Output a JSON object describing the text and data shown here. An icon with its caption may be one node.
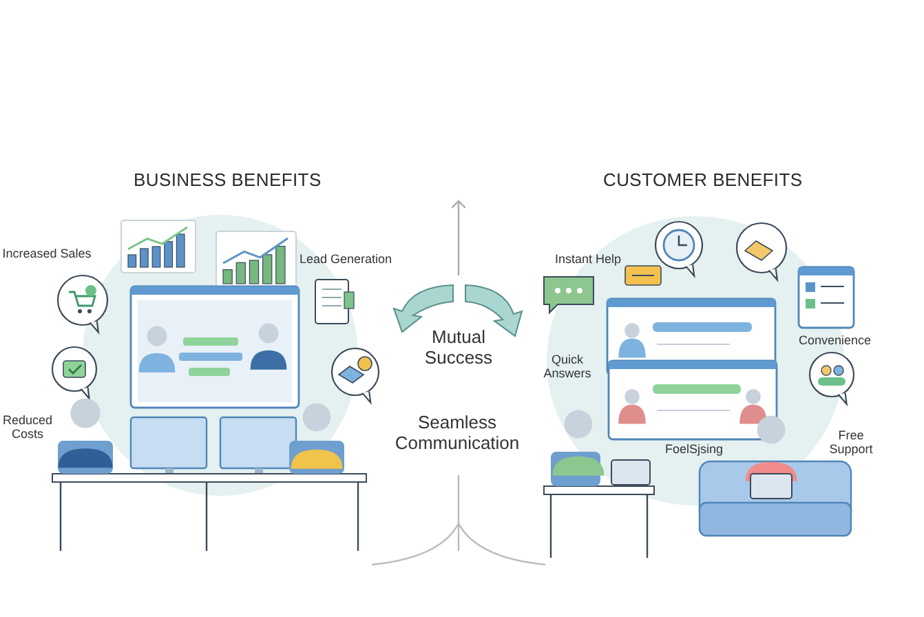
{
  "diagram": {
    "labels": [
      "BUSINESS BENEFITS",
      "CUSTOMER BENEFITS",
      "Increased Sales",
      "Lead Generation",
      "Instant Help",
      "Mutual Success",
      "Convenience",
      "Quick Answers",
      "Reduced Costs",
      "Seamless Communication",
      "FoelSjsing",
      "Free Support"
    ]
  }
}
